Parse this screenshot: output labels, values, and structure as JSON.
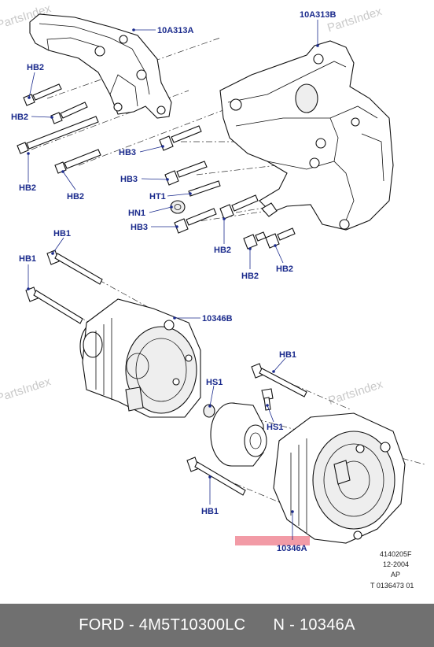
{
  "watermark": "PartsIndex",
  "labels": {
    "bracket_a": "10A313A",
    "bracket_b": "10A313B",
    "hb2": "HB2",
    "hb3": "HB3",
    "ht1": "HT1",
    "hn1": "HN1",
    "hb1": "HB1",
    "alt_b": "10346B",
    "alt_a": "10346A",
    "hs1": "HS1"
  },
  "meta": {
    "code": "4140205F",
    "date": "12-2004",
    "region": "AP",
    "ref": "T 0136473 01"
  },
  "footer": {
    "brand_part": "FORD - 4M5T10300LC",
    "catalog_part": "N - 10346A"
  },
  "colors": {
    "label": "#1a2a8c",
    "footer_bg": "#707070",
    "highlight": "#f08a96"
  }
}
